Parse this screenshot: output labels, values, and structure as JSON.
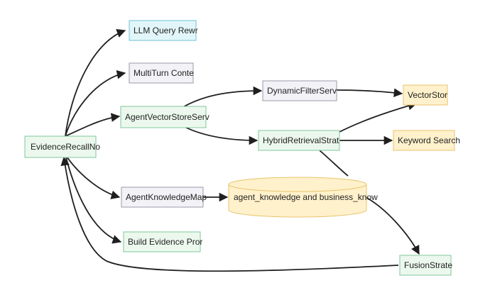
{
  "nodes": {
    "evidence_recall": {
      "label": "EvidenceRecallNo",
      "kind": "service"
    },
    "llm_query_rewrite": {
      "label": "LLM Query Rewr",
      "kind": "llm"
    },
    "multiturn_context": {
      "label": "MultiTurn Conte",
      "kind": "neutral"
    },
    "agent_vector_store": {
      "label": "AgentVectorStoreServ",
      "kind": "service"
    },
    "agent_knowledge_mapper": {
      "label": "AgentKnowledgeMap",
      "kind": "neutral"
    },
    "build_evidence_prompt": {
      "label": "Build Evidence Pror",
      "kind": "service"
    },
    "dynamic_filter": {
      "label": "DynamicFilterServ",
      "kind": "neutral"
    },
    "hybrid_retrieval": {
      "label": "HybridRetrievalStrat",
      "kind": "service"
    },
    "vector_store": {
      "label": "VectorStor",
      "kind": "store"
    },
    "keyword_search": {
      "label": "Keyword Search",
      "kind": "store"
    },
    "fusion_strategy": {
      "label": "FusionStrate",
      "kind": "service"
    },
    "knowledge_db": {
      "label": "agent_knowledge and business_know",
      "kind": "database"
    }
  },
  "colors": {
    "service_fill": "#ecf8ee",
    "service_stroke": "#7fc79b",
    "neutral_fill": "#f3f3f7",
    "neutral_stroke": "#9a9aaa",
    "llm_fill": "#e2f6f9",
    "llm_stroke": "#6cc3d3",
    "store_fill": "#fff1cb",
    "store_stroke": "#e8c46c",
    "edge": "#1f1f1f"
  }
}
